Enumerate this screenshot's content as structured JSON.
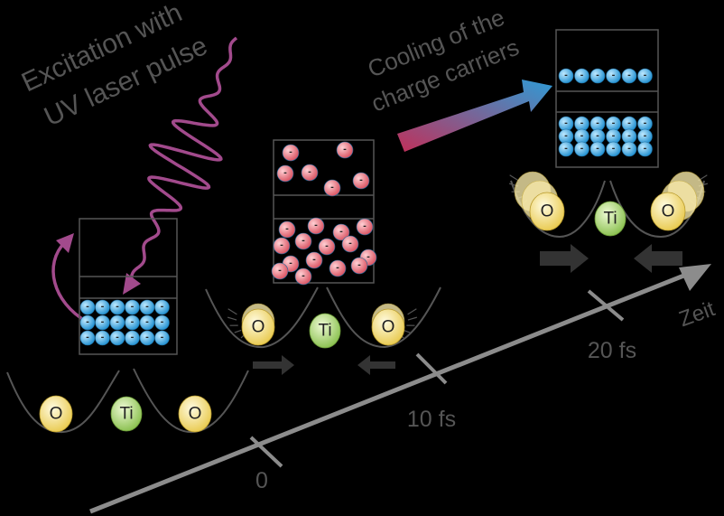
{
  "annotations": {
    "excitation_line1": "Excitation with",
    "excitation_line2": "UV laser pulse",
    "cooling_line1": "Cooling of the",
    "cooling_line2": "charge carriers"
  },
  "timeline": {
    "axis_label": "Zeit",
    "ticks": [
      "0",
      "10 fs",
      "20 fs"
    ]
  },
  "atoms": {
    "oxygen": "O",
    "titanium": "Ti"
  },
  "carrier_symbol": "-",
  "colors": {
    "background": "#000000",
    "axis": "#8c8c8c",
    "label_text": "#555555",
    "laser": "#a24a8c",
    "electron": "#39a6e0",
    "hot_carrier": "#e8727e",
    "oxygen": "#f3e07a",
    "titanium": "#9acd5a",
    "arrow_start": "#c0305a",
    "arrow_end": "#2f9bd6"
  }
}
